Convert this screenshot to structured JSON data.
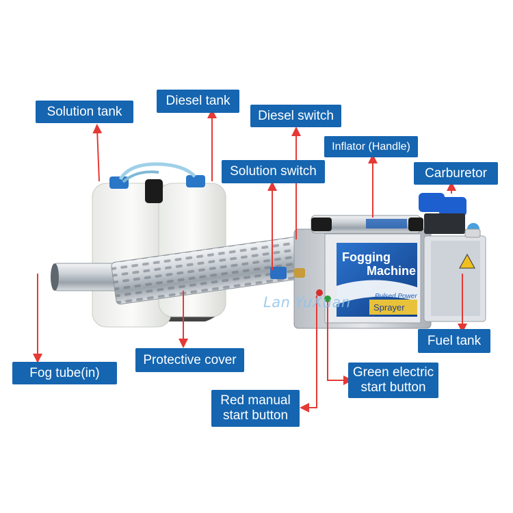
{
  "labels": {
    "solution_tank": "Solution tank",
    "diesel_tank": "Diesel tank",
    "diesel_switch": "Diesel switch",
    "inflator": "Inflator (Handle)",
    "solution_switch": "Solution switch",
    "carburetor": "Carburetor",
    "fuel_tank": "Fuel tank",
    "fog_tube": "Fog tube(in)",
    "protective_cover": "Protective cover",
    "green_start": [
      "Green electric",
      "start button"
    ],
    "red_start": [
      "Red manual",
      "start button"
    ]
  },
  "product_panel": {
    "title_line1": "Fogging",
    "title_line2": "Machine",
    "subtitle": "Pulsed Power",
    "band_text": "Sprayer"
  },
  "watermark": "Lan YuXuan",
  "colors": {
    "label_bg": "#1565b0",
    "arrow": "#e53935",
    "tube_steel": "#c9ced3",
    "tank_white": "#f4f5f2",
    "cap_blue": "#2a77c8",
    "panel_blue": "#1f5fb5"
  }
}
